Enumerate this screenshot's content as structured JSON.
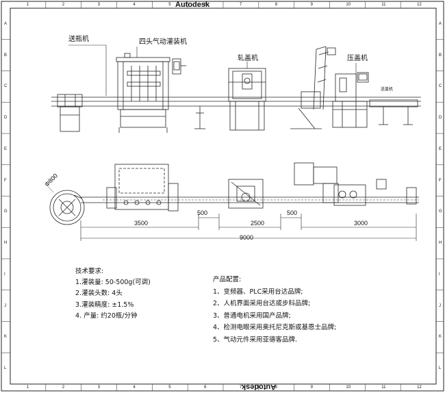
{
  "title_top": "Autodesk",
  "title_bottom": "Autodesk",
  "border": {
    "columns": [
      "1",
      "2",
      "3",
      "4",
      "5",
      "6",
      "7",
      "8",
      "9",
      "10",
      "11",
      "12"
    ],
    "rows": [
      "A",
      "B",
      "C",
      "D",
      "E",
      "F",
      "G",
      "H",
      "I",
      "J",
      "K",
      "L"
    ]
  },
  "machines": {
    "bottle_feeder": "送瓶机",
    "filler": "四头气动灌装机",
    "capper": "轧盖机",
    "press_capper": "压盖机",
    "small_label": "送盖机"
  },
  "plan": {
    "turntable_diameter": "Φ800",
    "dims": {
      "d3500": "3500",
      "d500a": "500",
      "d2500": "2500",
      "d500b": "500",
      "d3000": "3000",
      "total": "9000"
    }
  },
  "requirements": {
    "heading": "技术要求:",
    "items": [
      "1.灌装量: 50-500g(可调)",
      "2.灌装头数: 4头",
      "3.灌装精度: ±1.5%",
      "4. 产量: 约20瓶/分钟"
    ]
  },
  "config": {
    "heading": "产品配置:",
    "items": [
      "1、变频器、PLC采用台达品牌;",
      "2、人机界面采用台达或步科品牌;",
      "3、普通电机采用国产品牌;",
      "4、检测电眼采用奥托尼克斯或基恩士品牌;",
      "5、气动元件采用亚德客品牌."
    ]
  }
}
